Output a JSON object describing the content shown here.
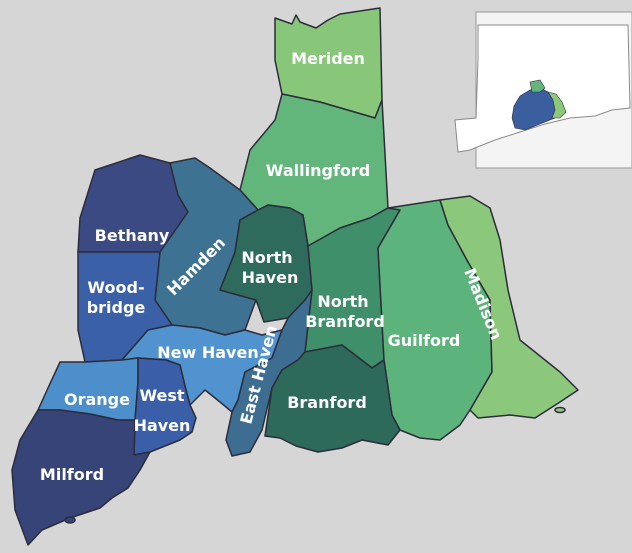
{
  "towns": [
    {
      "id": "meriden",
      "label": "Meriden",
      "color": "#88c67a"
    },
    {
      "id": "wallingford",
      "label": "Wallingford",
      "color": "#62b67c"
    },
    {
      "id": "bethany",
      "label": "Bethany",
      "color": "#3b4a82"
    },
    {
      "id": "hamden",
      "label": "Hamden",
      "color": "#3e7292"
    },
    {
      "id": "north_haven",
      "label_lines": [
        "North",
        "Haven"
      ],
      "color": "#2f6b5c"
    },
    {
      "id": "woodbridge",
      "label_lines": [
        "Wood-",
        "bridge"
      ],
      "color": "#3a60a8"
    },
    {
      "id": "north_branford",
      "label_lines": [
        "North",
        "Branford"
      ],
      "color": "#3f8f6a"
    },
    {
      "id": "guilford",
      "label": "Guilford",
      "color": "#5cb37b"
    },
    {
      "id": "madison",
      "label": "Madison",
      "color": "#8cc87c"
    },
    {
      "id": "new_haven",
      "label": "New Haven",
      "color": "#5093cf"
    },
    {
      "id": "orange",
      "label": "Orange",
      "color": "#4d8fcb"
    },
    {
      "id": "west_haven",
      "label_lines": [
        "West",
        "Haven"
      ],
      "color": "#3a5ea8"
    },
    {
      "id": "east_haven",
      "label": "East Haven",
      "color": "#3d6e92"
    },
    {
      "id": "branford",
      "label": "Branford",
      "color": "#2e6a5a"
    },
    {
      "id": "milford",
      "label": "Milford",
      "color": "#364478"
    }
  ],
  "background_color": "#d6d6d6",
  "inset": {
    "state": "Connecticut"
  }
}
